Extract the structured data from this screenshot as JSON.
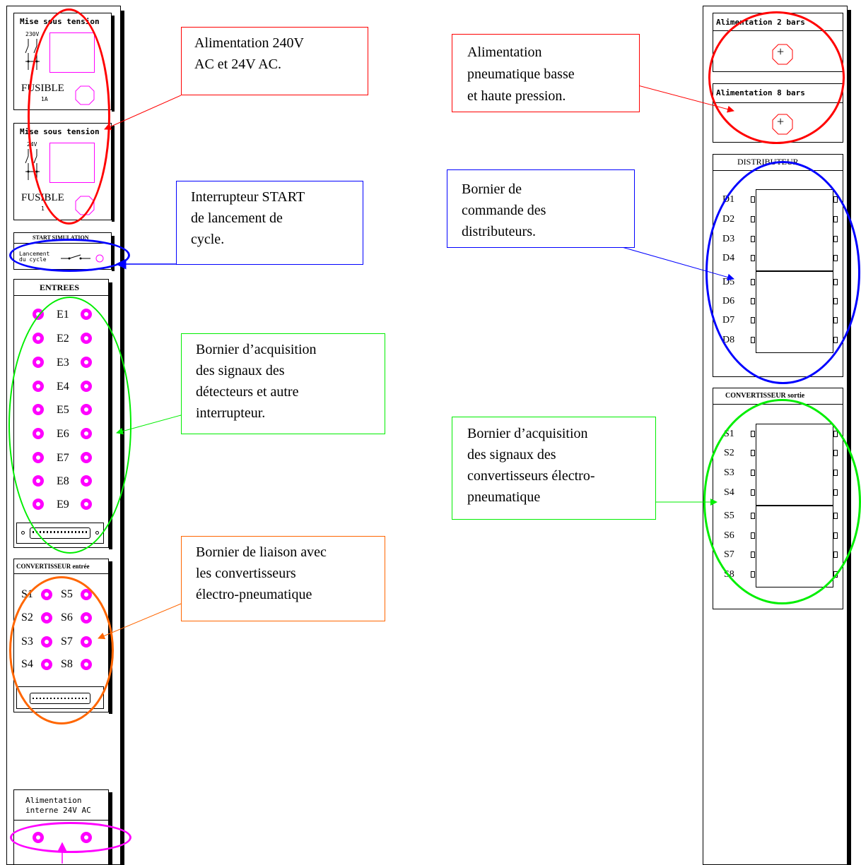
{
  "left_panel": {
    "mise_230": {
      "title": "Mise sous tension",
      "voltage": "230V",
      "fuse_label": "FUSIBLE",
      "fuse_rating": "1A"
    },
    "mise_24": {
      "title": "Mise sous tension",
      "voltage": "24V",
      "fuse_label": "FUSIBLE",
      "fuse_rating": "1"
    },
    "start": {
      "title": "START SIMULATION",
      "line1": "Lancement",
      "line2": "du cycle"
    },
    "entrees": {
      "title": "ENTREES",
      "inputs": [
        "E1",
        "E2",
        "E3",
        "E4",
        "E5",
        "E6",
        "E7",
        "E8",
        "E9"
      ]
    },
    "conv_entree": {
      "title": "CONVERTISSEUR entrée",
      "left": [
        "S1",
        "S2",
        "S3",
        "S4"
      ],
      "right": [
        "S5",
        "S6",
        "S7",
        "S8"
      ]
    },
    "alim_interne": {
      "line1": "Alimentation",
      "line2": "interne 24V AC"
    }
  },
  "right_panel": {
    "alim_2": {
      "title": "Alimentation 2 bars",
      "symbol": "+"
    },
    "alim_8": {
      "title": "Alimentation 8 bars",
      "symbol": "+"
    },
    "distributeur": {
      "title": "DISTRIBUTEUR",
      "outputs": [
        "D1",
        "D2",
        "D3",
        "D4",
        "D5",
        "D6",
        "D7",
        "D8"
      ]
    },
    "conv_sortie": {
      "title": "CONVERTISSEUR sortie",
      "outputs": [
        "S1",
        "S2",
        "S3",
        "S4",
        "S5",
        "S6",
        "S7",
        "S8"
      ]
    }
  },
  "callouts": {
    "alim_ac": {
      "line1": "Alimentation 240V",
      "line2": "AC et 24V AC."
    },
    "start": {
      "line1": "Interrupteur START",
      "line2": "de lancement de",
      "line3": "cycle."
    },
    "acq_detect": {
      "line1": "Bornier d’acquisition",
      "line2": "des signaux des",
      "line3": "détecteurs et autre",
      "line4": "interrupteur."
    },
    "liaison": {
      "line1": "Bornier de liaison avec",
      "line2": "les convertisseurs",
      "line3": "électro-pneumatique"
    },
    "pneum": {
      "line1": "Alimentation",
      "line2": "pneumatique basse",
      "line3": "et haute pression."
    },
    "distrib": {
      "line1": "Bornier de",
      "line2": "commande des",
      "line3": "distributeurs."
    },
    "acq_conv": {
      "line1": "Bornier d’acquisition",
      "line2": "des signaux des",
      "line3": "convertisseurs électro-",
      "line4": "pneumatique"
    }
  },
  "colors": {
    "red": "#ff0000",
    "blue": "#0000ff",
    "green": "#00ee00",
    "orange": "#ff6600",
    "magenta": "#ff00ff"
  }
}
